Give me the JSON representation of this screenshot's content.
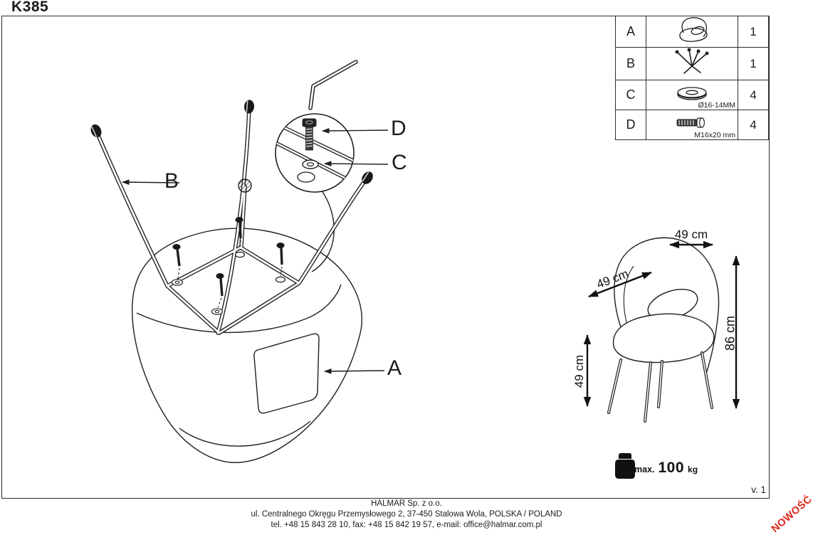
{
  "page": {
    "model": "K385",
    "version": "v. 1",
    "new_badge": "NOWOŚĆ"
  },
  "colors": {
    "line": "#1f1f1f",
    "badge_red": "#e1251b",
    "background": "#ffffff"
  },
  "labels": {
    "a": "A",
    "b": "B",
    "c": "C",
    "d": "D"
  },
  "parts_table": {
    "rows": [
      {
        "id": "A",
        "icon": "chair-seat-icon",
        "caption": "",
        "qty": "1"
      },
      {
        "id": "B",
        "icon": "leg-frame-icon",
        "caption": "",
        "qty": "1"
      },
      {
        "id": "C",
        "icon": "washer-icon",
        "caption": "Ø16-14MM",
        "qty": "4"
      },
      {
        "id": "D",
        "icon": "bolt-icon",
        "caption": "M16x20 mm",
        "qty": "4"
      }
    ]
  },
  "dimensions": {
    "width": "49 cm",
    "depth": "49 cm",
    "seat_height": "49 cm",
    "total_height": "86 cm"
  },
  "load": {
    "prefix": "max.",
    "value": "100",
    "unit": "kg"
  },
  "footer": {
    "line1": "HALMAR Sp. z o.o.",
    "line2": "ul. Centralnego Okręgu Przemysłowego 2, 37-450 Stalowa Wola, POLSKA / POLAND",
    "line3": "tel. +48 15 843 28 10, fax: +48 15 842 19 57, e-mail: office@halmar.com.pl"
  }
}
